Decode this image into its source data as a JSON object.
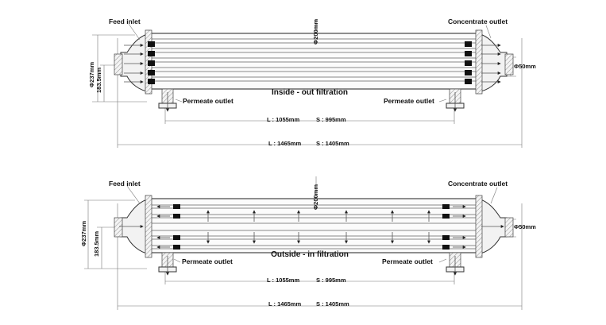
{
  "colors": {
    "line": "#555555",
    "dark": "#111111",
    "background": "#ffffff"
  },
  "diagrams": [
    {
      "title": "Inside - out filtration",
      "feed_inlet": "Feed inlet",
      "concentrate_outlet": "Concentrate outlet",
      "permeate_left": "Permeate outlet",
      "permeate_right": "Permeate outlet",
      "dia_tube": "Φ200mm",
      "dia_end": "Φ50mm",
      "dia_shell": "Φ237mm",
      "height": "183.5mm",
      "len_inner_L": "L : 1055mm",
      "len_inner_S": "S : 995mm",
      "len_outer_L": "L : 1465mm",
      "len_outer_S": "S : 1405mm"
    },
    {
      "title": "Outside - in filtration",
      "feed_inlet": "Feed inlet",
      "concentrate_outlet": "Concentrate outlet",
      "permeate_left": "Permeate outlet",
      "permeate_right": "Permeate outlet",
      "dia_tube": "Φ200mm",
      "dia_end": "Φ50mm",
      "dia_shell": "Φ237mm",
      "height": "183.5mm",
      "len_inner_L": "L : 1055mm",
      "len_inner_S": "S : 995mm",
      "len_outer_L": "L : 1465mm",
      "len_outer_S": "S : 1405mm"
    }
  ]
}
